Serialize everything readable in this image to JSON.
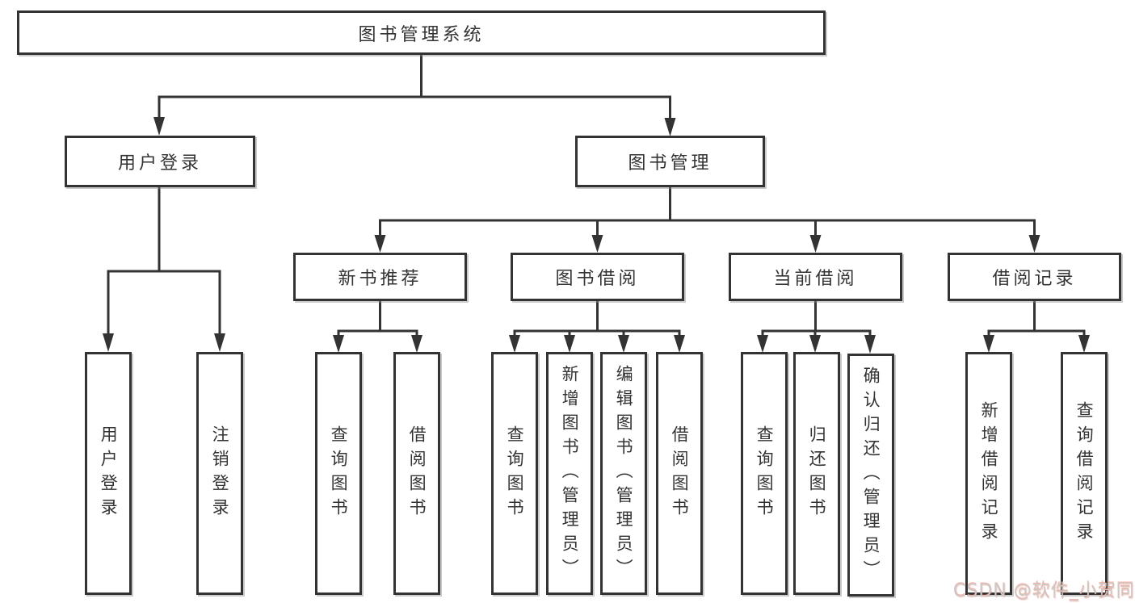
{
  "diagram": {
    "title": "图书管理系统",
    "root": {
      "label": "图书管理系统"
    },
    "branches": [
      {
        "label": "用户登录",
        "children": [
          {
            "label": "用户登录"
          },
          {
            "label": "注销登录"
          }
        ]
      },
      {
        "label": "图书管理",
        "children": [
          {
            "label": "新书推荐",
            "children": [
              {
                "label": "查询图书"
              },
              {
                "label": "借阅图书"
              }
            ]
          },
          {
            "label": "图书借阅",
            "children": [
              {
                "label": "查询图书"
              },
              {
                "label": "新增图书（管理员）"
              },
              {
                "label": "编辑图书（管理员）"
              },
              {
                "label": "借阅图书"
              }
            ]
          },
          {
            "label": "当前借阅",
            "children": [
              {
                "label": "查询图书"
              },
              {
                "label": "归还图书"
              },
              {
                "label": "确认归还（管理员）"
              }
            ]
          },
          {
            "label": "借阅记录",
            "children": [
              {
                "label": "新增借阅记录"
              },
              {
                "label": "查询借阅记录"
              }
            ]
          }
        ]
      }
    ]
  },
  "watermark": {
    "text": "CSDN @软件_小贺同学"
  },
  "colors": {
    "background": "#ffffff",
    "line": "#333333",
    "box_border": "#333333",
    "text": "#333333",
    "watermark": "#c9c9c9",
    "watermark_accent": "#fc5531"
  }
}
